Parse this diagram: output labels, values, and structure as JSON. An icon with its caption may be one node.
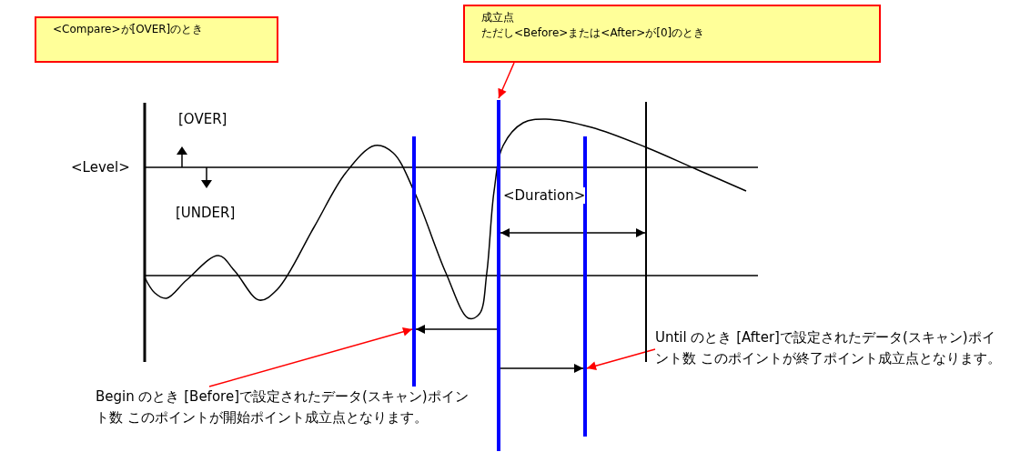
{
  "diagram": {
    "nodes": [
      {
        "text": [
          "<Compare>が[OVER]のとき"
        ]
      },
      {
        "text": [
          "成立点",
          "ただし<Before>または<After>が[0]のとき"
        ]
      },
      {
        "text": [],
        "shape": "bar"
      },
      {
        "text": [],
        "shape": "bar"
      },
      {
        "text": [],
        "shape": "bar"
      },
      {
        "text": [],
        "shape": "bar"
      },
      {
        "text": [
          "Begin のとき [Before]で設定されたデータ(スキャン)ポイント数 このポイントが開始ポイント成立点となります。"
        ]
      },
      {
        "text": [
          "Until のとき [After]で設定されたデータ(スキャン)ポイント数 このポイントが終了ポイント成立点となります。"
        ]
      }
    ],
    "edges": [
      {
        "from": 1,
        "to": 3,
        "arrow": "to",
        "color": "#ff0000"
      },
      {
        "from": 3,
        "to": 5,
        "arrow": "both",
        "label": "<Duration>",
        "color": "#000000"
      },
      {
        "from": 3,
        "to": 2,
        "arrow": "to",
        "color": "#000000"
      },
      {
        "from": 3,
        "to": 4,
        "arrow": "to",
        "color": "#000000"
      },
      {
        "from": 6,
        "to": 2,
        "arrow": "to",
        "color": "#ff0000"
      },
      {
        "from": 7,
        "to": 4,
        "arrow": "to",
        "color": "#ff0000"
      }
    ],
    "labels": [
      "[OVER]",
      "<Level>",
      "[UNDER]"
    ]
  }
}
